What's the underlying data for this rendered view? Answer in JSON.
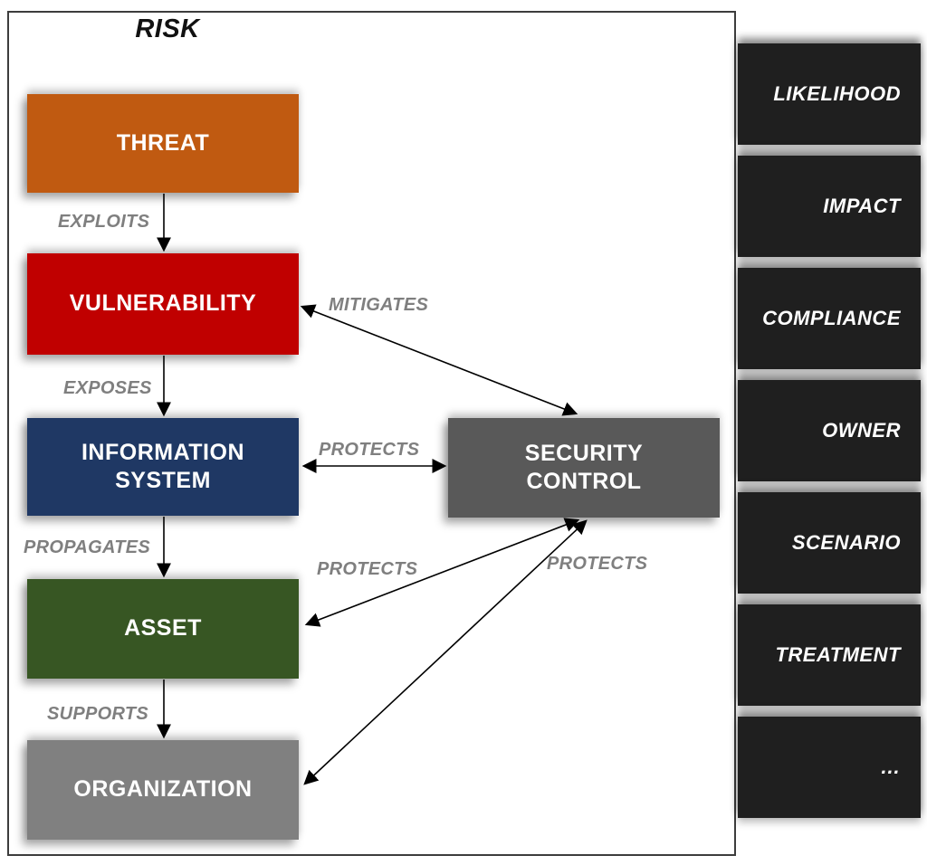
{
  "title": "RISK",
  "colors": {
    "threat": "#C05A11",
    "vulnerability": "#C00000",
    "information_system": "#1F3864",
    "asset": "#375623",
    "organization": "#808080",
    "security_control": "#595959",
    "sidebar_box": "#1F1F1F",
    "edge_label": "#7F7F7F",
    "arrow": "#000000"
  },
  "nodes": {
    "threat": {
      "label": "THREAT"
    },
    "vulnerability": {
      "label": "VULNERABILITY"
    },
    "information_system": {
      "label": "INFORMATION\nSYSTEM"
    },
    "asset": {
      "label": "ASSET"
    },
    "organization": {
      "label": "ORGANIZATION"
    },
    "security_control": {
      "label": "SECURITY\nCONTROL"
    }
  },
  "edges": {
    "exploits": {
      "label": "EXPLOITS",
      "from": "THREAT",
      "to": "VULNERABILITY",
      "direction": "one-way"
    },
    "exposes": {
      "label": "EXPOSES",
      "from": "VULNERABILITY",
      "to": "INFORMATION SYSTEM",
      "direction": "one-way"
    },
    "propagates": {
      "label": "PROPAGATES",
      "from": "INFORMATION SYSTEM",
      "to": "ASSET",
      "direction": "one-way"
    },
    "supports": {
      "label": "SUPPORTS",
      "from": "ASSET",
      "to": "ORGANIZATION",
      "direction": "one-way"
    },
    "mitigates": {
      "label": "MITIGATES",
      "from": "SECURITY CONTROL",
      "to": "VULNERABILITY",
      "direction": "two-way"
    },
    "protects_information_system": {
      "label": "PROTECTS",
      "from": "SECURITY CONTROL",
      "to": "INFORMATION SYSTEM",
      "direction": "two-way"
    },
    "protects_asset": {
      "label": "PROTECTS",
      "from": "SECURITY CONTROL",
      "to": "ASSET",
      "direction": "two-way"
    },
    "protects_organization": {
      "label": "PROTECTS",
      "from": "SECURITY CONTROL",
      "to": "ORGANIZATION",
      "direction": "two-way"
    }
  },
  "sidebar": {
    "items": [
      {
        "label": "LIKELIHOOD"
      },
      {
        "label": "IMPACT"
      },
      {
        "label": "COMPLIANCE"
      },
      {
        "label": "OWNER"
      },
      {
        "label": "SCENARIO"
      },
      {
        "label": "TREATMENT"
      },
      {
        "label": "…"
      }
    ]
  }
}
